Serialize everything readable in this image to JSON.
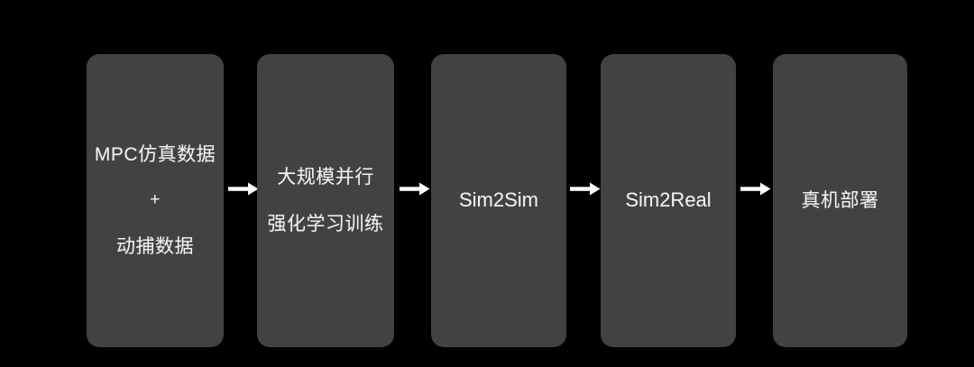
{
  "diagram": {
    "title": "Robot learning pipeline flow diagram",
    "background_color": "#000000",
    "box_color": "#434241",
    "text_color": "#f2f2f2",
    "arrow_color": "#ffffff",
    "stages": [
      {
        "id": "data-sources",
        "lines": [
          "MPC仿真数据",
          "+",
          "动捕数据"
        ],
        "line_0": "MPC仿真数据",
        "line_1": "+",
        "line_2": "动捕数据"
      },
      {
        "id": "large-scale-parallel-rl-training",
        "lines": [
          "大规模并行",
          "强化学习训练"
        ],
        "line_0": "大规模并行",
        "line_1": "强化学习训练"
      },
      {
        "id": "sim2sim",
        "lines": [
          "Sim2Sim"
        ],
        "line_0": "Sim2Sim"
      },
      {
        "id": "sim2real",
        "lines": [
          "Sim2Real"
        ],
        "line_0": "Sim2Real"
      },
      {
        "id": "real-robot-deployment",
        "lines": [
          "真机部署"
        ],
        "line_0": "真机部署"
      }
    ],
    "connectors": [
      {
        "id": "arrow-1",
        "from": "data-sources",
        "to": "large-scale-parallel-rl-training",
        "icon": "arrow-right-icon"
      },
      {
        "id": "arrow-2",
        "from": "large-scale-parallel-rl-training",
        "to": "sim2sim",
        "icon": "arrow-right-icon"
      },
      {
        "id": "arrow-3",
        "from": "sim2sim",
        "to": "sim2real",
        "icon": "arrow-right-icon"
      },
      {
        "id": "arrow-4",
        "from": "sim2real",
        "to": "real-robot-deployment",
        "icon": "arrow-right-icon"
      }
    ]
  }
}
